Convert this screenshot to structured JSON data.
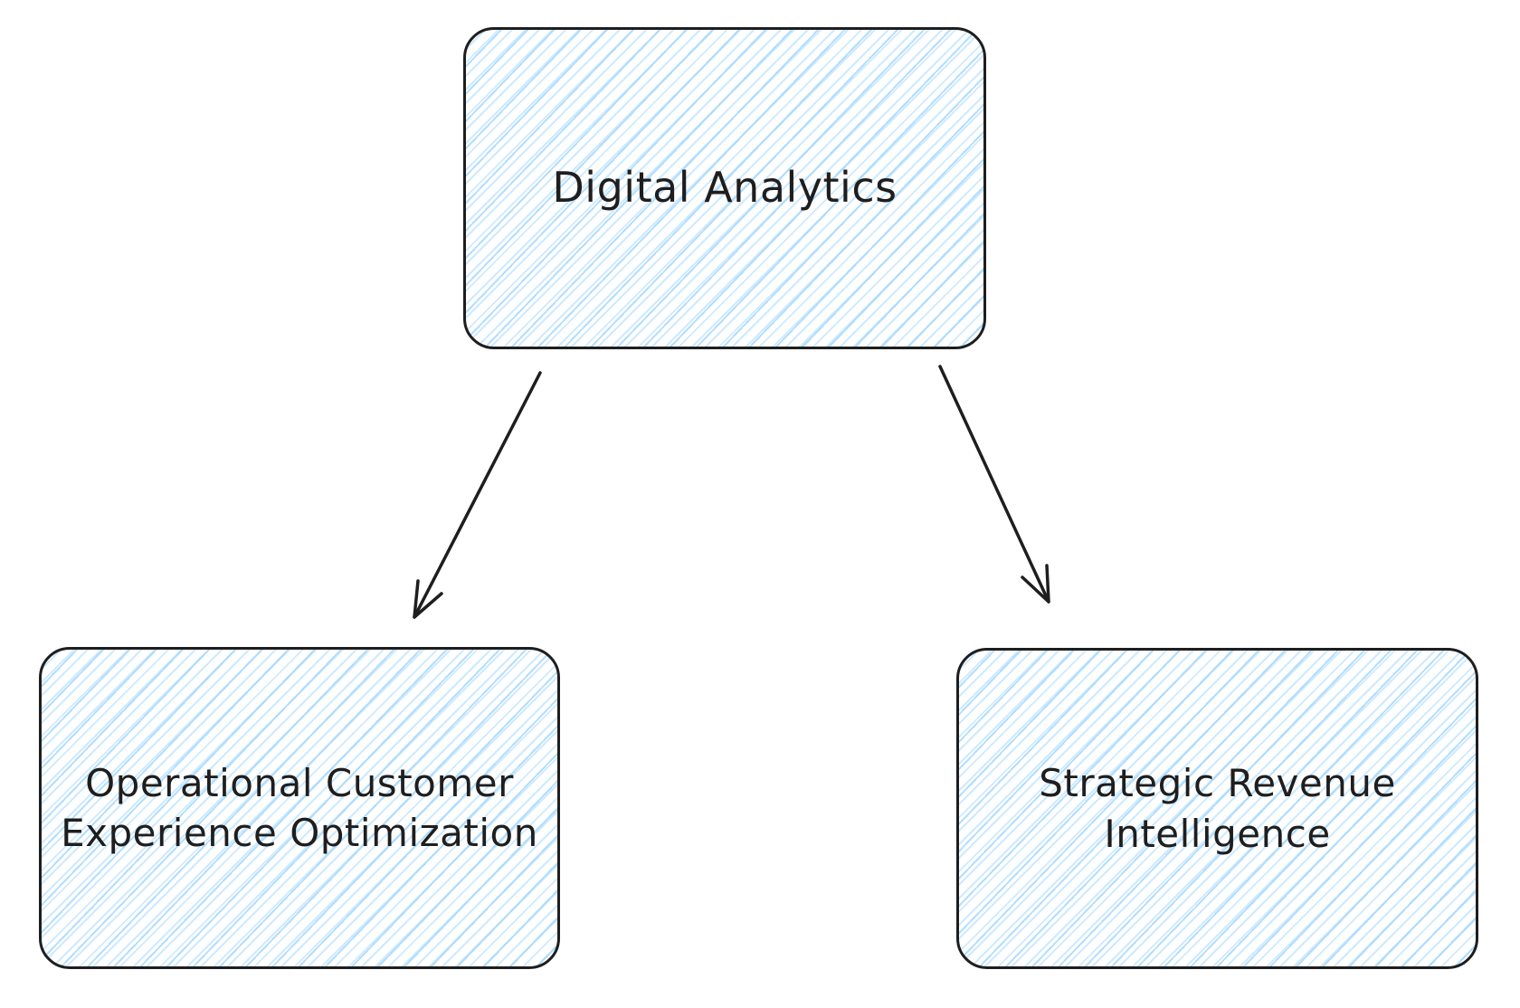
{
  "diagram": {
    "nodes": {
      "root": {
        "label": "Digital Analytics"
      },
      "left": {
        "label": "Operational Customer Experience Optimization",
        "lines": [
          "Operational Customer",
          "Experience Optimization"
        ]
      },
      "right": {
        "label": "Strategic Revenue Intelligence",
        "lines": [
          "Strategic Revenue",
          "Intelligence"
        ]
      }
    },
    "edges": [
      {
        "from": "Digital Analytics",
        "to": "Operational Customer Experience Optimization"
      },
      {
        "from": "Digital Analytics",
        "to": "Strategic Revenue Intelligence"
      }
    ],
    "colors": {
      "stroke": "#1e1e1e",
      "hatch_fill": "#a5d8ff",
      "background": "#ffffff"
    }
  }
}
